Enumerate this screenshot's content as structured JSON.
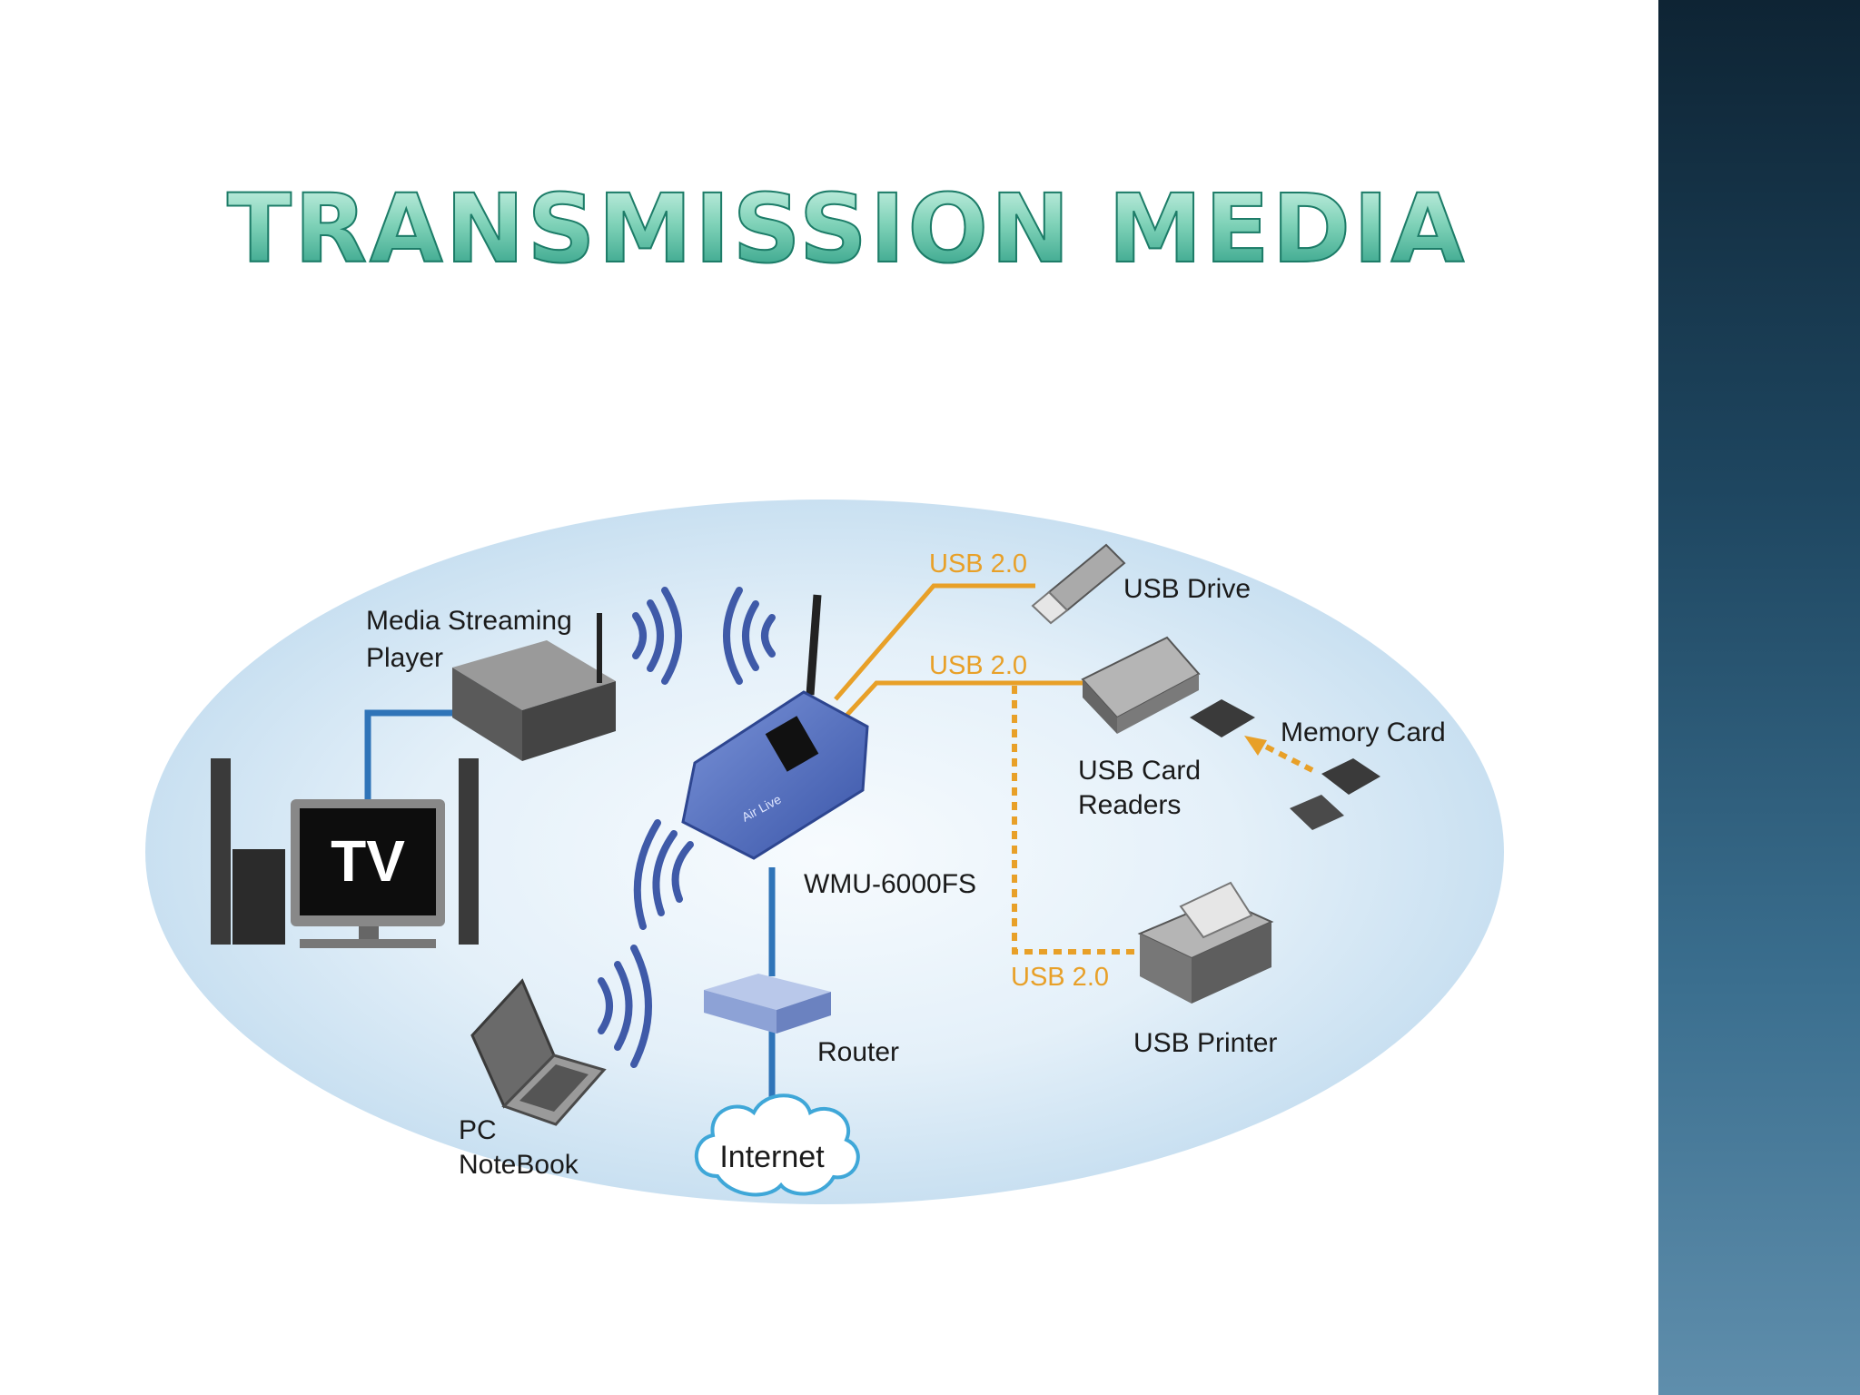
{
  "slide": {
    "title": "TRANSMISSION MEDIA",
    "accent_color": "#46b89e",
    "sidebar_color": "#2a5672"
  },
  "diagram": {
    "device_labels": {
      "media_player_line1": "Media Streaming",
      "media_player_line2": "Player",
      "tv": "TV",
      "notebook_line1": "PC",
      "notebook_line2": "NoteBook",
      "wireless_server": "WMU-6000FS",
      "router": "Router",
      "internet": "Internet",
      "usb_drive": "USB Drive",
      "card_reader_line1": "USB Card",
      "card_reader_line2": "Readers",
      "memory_card": "Memory Card",
      "printer": "USB Printer"
    },
    "connection_labels": {
      "usb_drive_link": "USB 2.0",
      "card_reader_link": "USB 2.0",
      "printer_link": "USB 2.0"
    },
    "colors": {
      "ellipse": "#d3e6f4",
      "wired": "#2f74b8",
      "usb": "#e8a028",
      "wifi_waves": "#3f5aa8"
    },
    "icons": [
      "wifi-waves",
      "tv",
      "speaker",
      "media-player",
      "laptop",
      "wireless-server",
      "router",
      "cloud",
      "usb-drive",
      "card-reader",
      "memory-card",
      "printer"
    ]
  }
}
